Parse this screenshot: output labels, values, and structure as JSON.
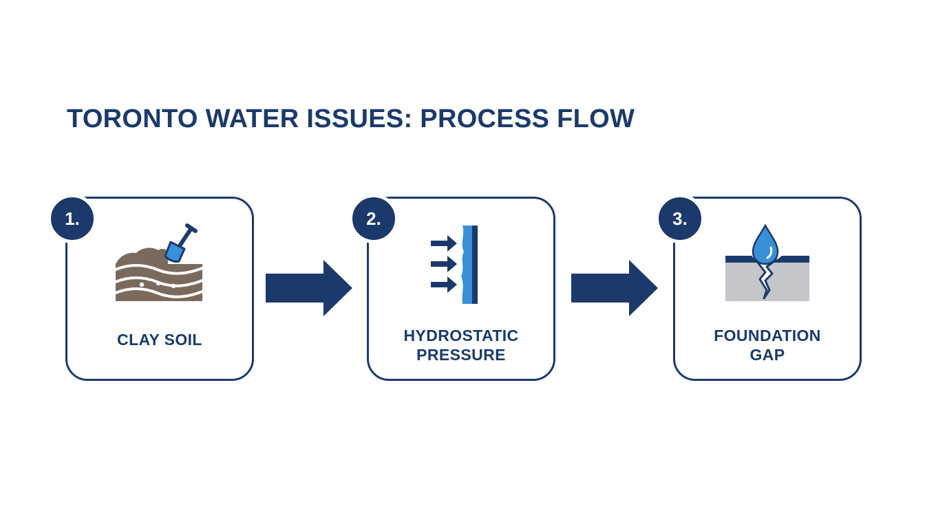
{
  "title": "TORONTO WATER ISSUES: PROCESS FLOW",
  "colors": {
    "navy": "#1b3a6b",
    "accent_blue": "#3a8fd9",
    "soil_brown": "#7a6a5e",
    "concrete_gray": "#c4c6ca"
  },
  "steps": [
    {
      "number": "1.",
      "label": "CLAY SOIL",
      "icon": "clay-soil-shovel-icon"
    },
    {
      "number": "2.",
      "label": "HYDROSTATIC\nPRESSURE",
      "icon": "pressure-wall-icon"
    },
    {
      "number": "3.",
      "label": "FOUNDATION\nGAP",
      "icon": "water-drop-crack-icon"
    }
  ]
}
